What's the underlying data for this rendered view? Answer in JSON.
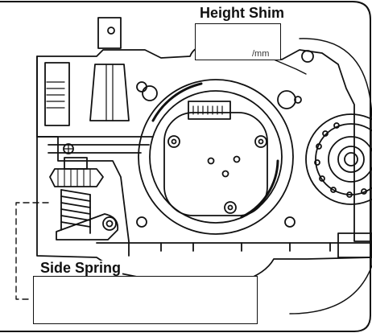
{
  "diagram": {
    "labels": {
      "height_shim": "Height Shim",
      "unit": "/mm",
      "side_spring": "Side Spring"
    },
    "colors": {
      "line": "#111111",
      "background": "#ffffff",
      "annotation": "#333333"
    }
  }
}
